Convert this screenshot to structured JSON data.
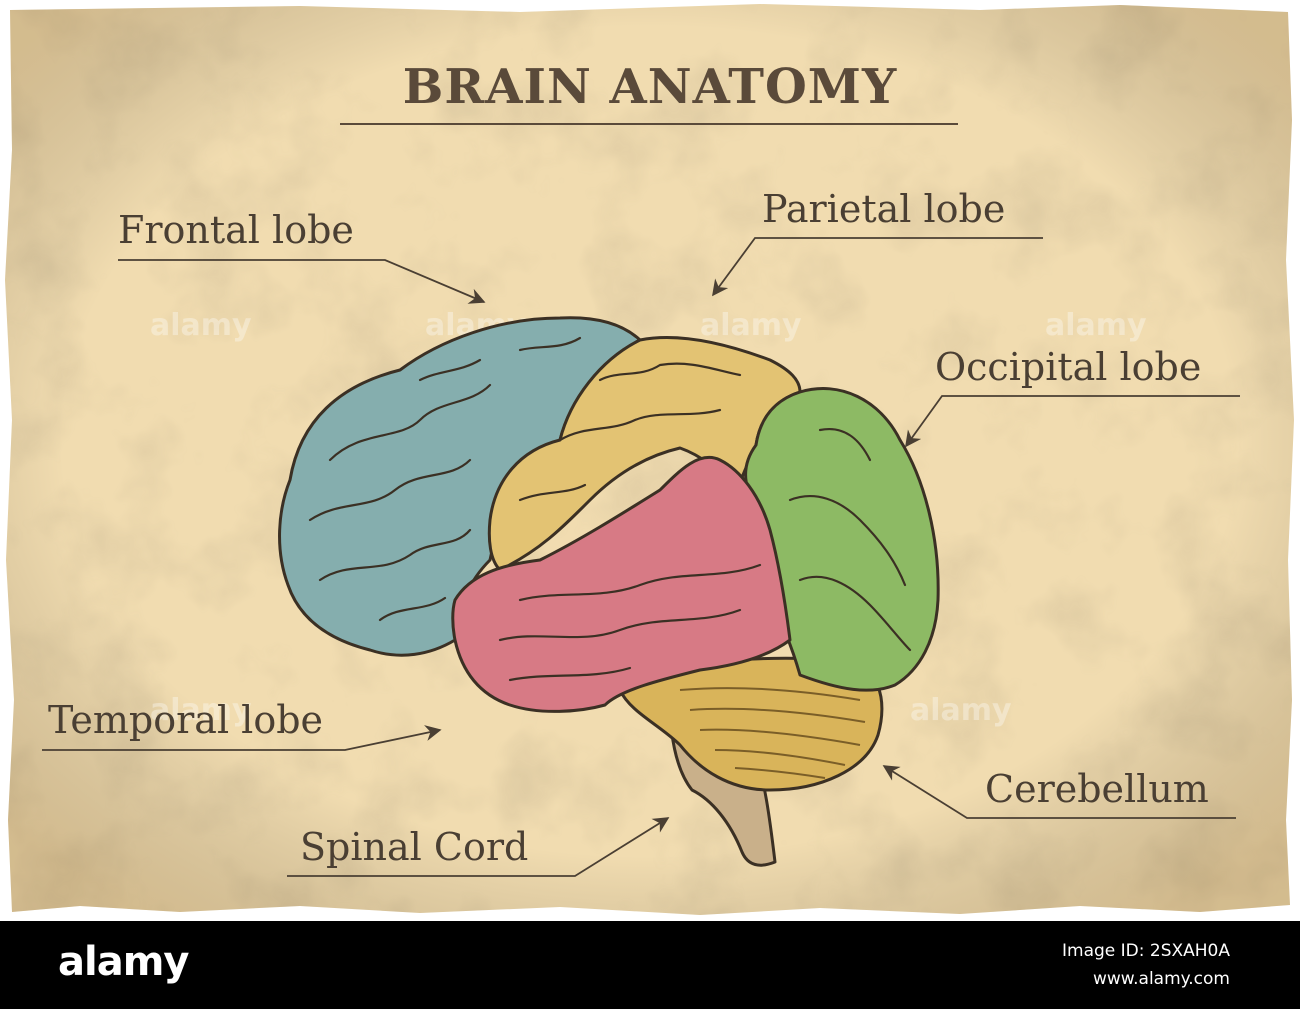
{
  "title": "BRAIN ANATOMY",
  "labels": {
    "frontal": "Frontal lobe",
    "parietal": "Parietal lobe",
    "occipital": "Occipital lobe",
    "temporal": "Temporal lobe",
    "cerebellum": "Cerebellum",
    "spinal": "Spinal Cord"
  },
  "watermark": "alamy",
  "footer": {
    "brand": "alamy",
    "image_id_line": "Image ID: 2SXAH0A",
    "site": "www.alamy.com"
  },
  "colors": {
    "paper": "#f1dcb0",
    "frontal": "#85aeae",
    "parietal": "#e3c373",
    "temporal": "#d77a85",
    "occipital": "#8dba64",
    "cerebellum": "#d9b45a",
    "brainstem": "#c9b08a",
    "ink": "#4a3f33"
  }
}
